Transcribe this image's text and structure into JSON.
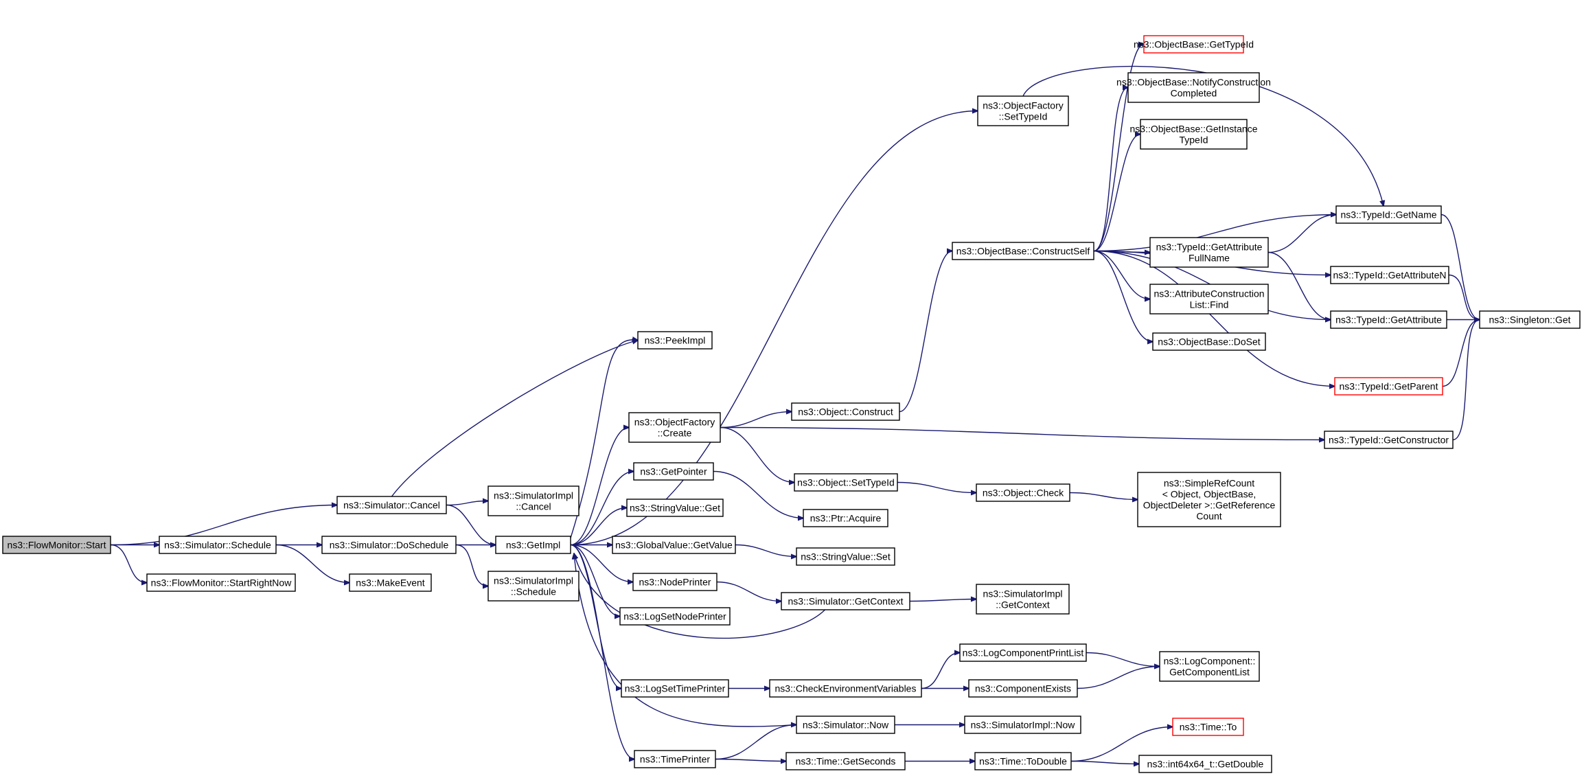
{
  "diagram": {
    "title": "",
    "colors": {
      "edge": "#191970",
      "border": "#000000",
      "highlight_border": "#ff0000",
      "root_fill": "#bfbfbf"
    },
    "nodes": {
      "start": [
        "ns3::FlowMonitor::Start"
      ],
      "cancel": [
        "ns3::Simulator::Cancel"
      ],
      "schedule": [
        "ns3::Simulator::Schedule"
      ],
      "startrightnow": [
        "ns3::FlowMonitor::StartRightNow"
      ],
      "simimplcancel": [
        "ns3::SimulatorImpl",
        "::Cancel"
      ],
      "doschedule": [
        "ns3::Simulator::DoSchedule"
      ],
      "makeevent": [
        "ns3::MakeEvent"
      ],
      "getimpl": [
        "ns3::GetImpl"
      ],
      "simimplschedule": [
        "ns3::SimulatorImpl",
        "::Schedule"
      ],
      "peekimpl": [
        "ns3::PeekImpl"
      ],
      "ofcreate": [
        "ns3::ObjectFactory",
        "::Create"
      ],
      "getpointer": [
        "ns3::GetPointer"
      ],
      "stringvalueget": [
        "ns3::StringValue::Get"
      ],
      "globalvalue": [
        "ns3::GlobalValue::GetValue"
      ],
      "nodeprinter": [
        "ns3::NodePrinter"
      ],
      "logsetnodeprinter": [
        "ns3::LogSetNodePrinter"
      ],
      "logsettimeprinter": [
        "ns3::LogSetTimePrinter"
      ],
      "timeprinter": [
        "ns3::TimePrinter"
      ],
      "ofsettypeid": [
        "ns3::ObjectFactory",
        "::SetTypeId"
      ],
      "objconstruct": [
        "ns3::Object::Construct"
      ],
      "objsettypeid": [
        "ns3::Object::SetTypeId"
      ],
      "ptracquire": [
        "ns3::Ptr::Acquire"
      ],
      "stringvalueset": [
        "ns3::StringValue::Set"
      ],
      "simgetcontext": [
        "ns3::Simulator::GetContext"
      ],
      "checkenv": [
        "ns3::CheckEnvironmentVariables"
      ],
      "simnow": [
        "ns3::Simulator::Now"
      ],
      "timegetseconds": [
        "ns3::Time::GetSeconds"
      ],
      "constructself": [
        "ns3::ObjectBase::ConstructSelf"
      ],
      "objcheck": [
        "ns3::Object::Check"
      ],
      "implgetcontext": [
        "ns3::SimulatorImpl",
        "::GetContext"
      ],
      "logcompprintlist": [
        "ns3::LogComponentPrintList"
      ],
      "compexists": [
        "ns3::ComponentExists"
      ],
      "implnow": [
        "ns3::SimulatorImpl::Now"
      ],
      "timetodouble": [
        "ns3::Time::ToDouble"
      ],
      "obgettypeid": [
        "ns3::ObjectBase::GetTypeId"
      ],
      "notifyconstruction": [
        "ns3::ObjectBase::NotifyConstruction",
        "Completed"
      ],
      "getinstancetypeid": [
        "ns3::ObjectBase::GetInstance",
        "TypeId"
      ],
      "getattrfullname": [
        "ns3::TypeId::GetAttribute",
        "FullName"
      ],
      "attrconstfind": [
        "ns3::AttributeConstruction",
        "List::Find"
      ],
      "obdoset": [
        "ns3::ObjectBase::DoSet"
      ],
      "simplerefcount": [
        "ns3::SimpleRefCount",
        "< Object, ObjectBase,",
        "ObjectDeleter >::GetReference",
        "Count"
      ],
      "getcomponentlist": [
        "ns3::LogComponent::",
        "GetComponentList"
      ],
      "timeto": [
        "ns3::Time::To"
      ],
      "getdouble": [
        "ns3::int64x64_t::GetDouble"
      ],
      "typeidgetname": [
        "ns3::TypeId::GetName"
      ],
      "getattributen": [
        "ns3::TypeId::GetAttributeN"
      ],
      "getattribute": [
        "ns3::TypeId::GetAttribute"
      ],
      "getparent": [
        "ns3::TypeId::GetParent"
      ],
      "getconstructor": [
        "ns3::TypeId::GetConstructor"
      ],
      "singletonget": [
        "ns3::Singleton::Get"
      ]
    }
  }
}
